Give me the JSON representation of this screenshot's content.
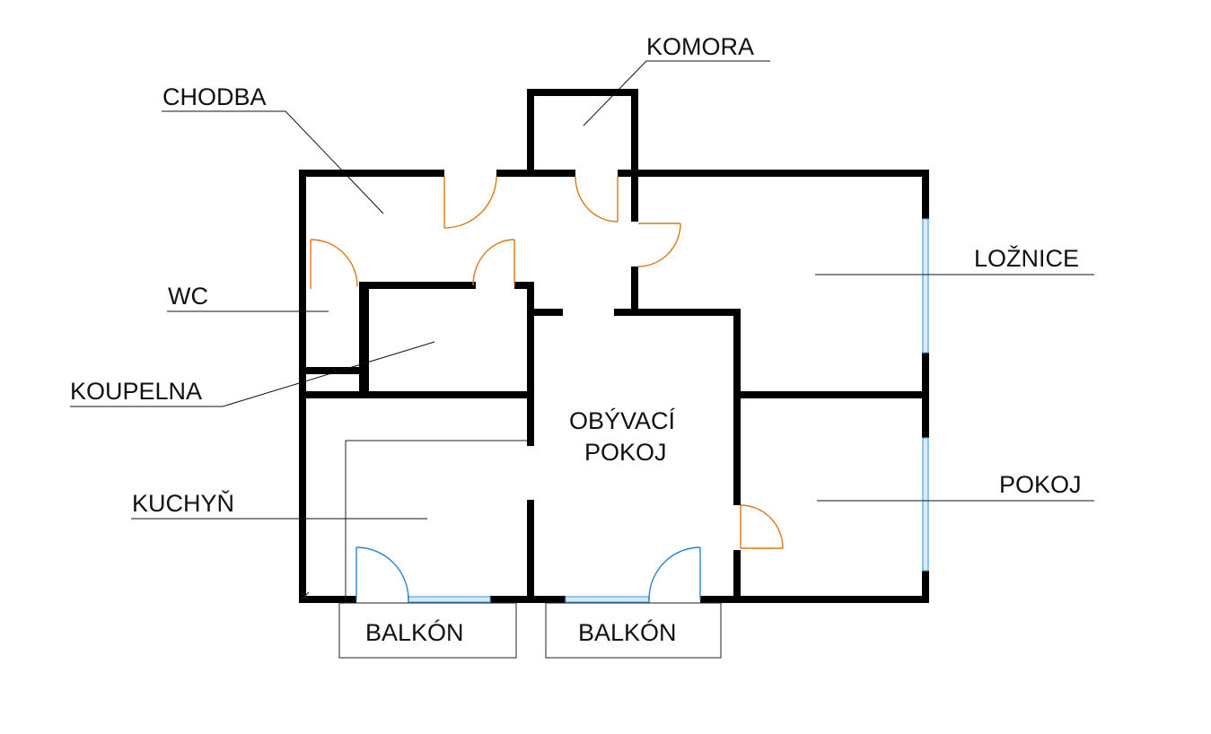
{
  "rooms": {
    "komora": "KOMORA",
    "chodba": "CHODBA",
    "loznice": "LOŽNICE",
    "wc": "WC",
    "koupelna": "KOUPELNA",
    "obyvaci_line1": "OBÝVACÍ",
    "obyvaci_line2": "POKOJ",
    "pokoj": "POKOJ",
    "kuchyn": "KUCHYŇ",
    "balkon_left": "BALKÓN",
    "balkon_right": "BALKÓN"
  },
  "colors": {
    "wall": "#000000",
    "door": "#e07810",
    "balcony_door": "#2a86d0",
    "window": "#4fa3e0"
  }
}
